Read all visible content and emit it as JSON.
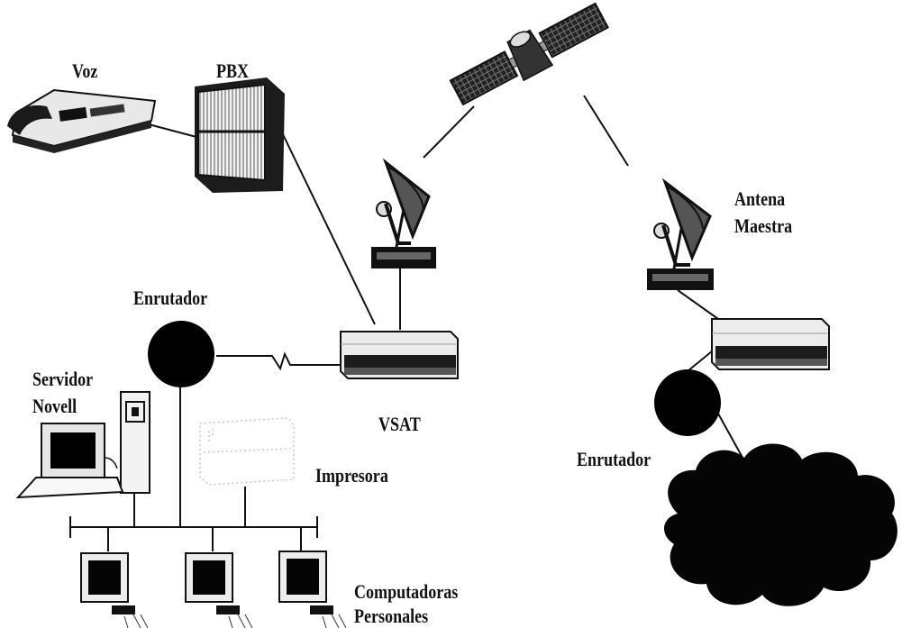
{
  "labels": {
    "voz": "Voz",
    "pbx": "PBX",
    "antena_line1": "Antena",
    "antena_line2": "Maestra",
    "enrutador_left": "Enrutador",
    "servidor_line1": "Servidor",
    "servidor_line2": "Novell",
    "vsat": "VSAT",
    "impresora": "Impresora",
    "enrutador_right": "Enrutador",
    "computadoras_line1": "Computadoras",
    "computadoras_line2": "Personales"
  },
  "colors": {
    "ink": "#111111",
    "background": "#ffffff",
    "equipment_light": "#e9e9e9"
  },
  "icons": [
    "telephone-icon",
    "pbx-cabinet-icon",
    "satellite-icon",
    "satellite-dish-icon",
    "router-icon",
    "modem-icon",
    "server-icon",
    "printer-icon",
    "computer-icon",
    "cloud-icon"
  ]
}
